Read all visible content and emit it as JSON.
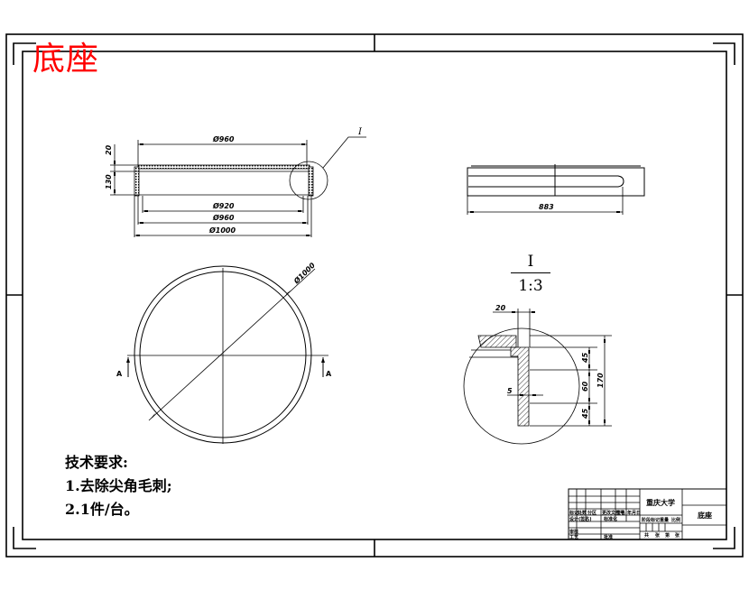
{
  "drawing": {
    "title": "底座",
    "title_color": "#ff0000",
    "line_color": "#000000",
    "background": "#ffffff"
  },
  "front_view": {
    "dims": {
      "top_width": "Ø960",
      "inner_width": "Ø920",
      "mid_width": "Ø960",
      "outer_width": "Ø1000",
      "flange_thickness": "20",
      "height": "130"
    },
    "detail_callout": "I"
  },
  "side_view": {
    "dims": {
      "length": "883"
    }
  },
  "plan_view": {
    "dims": {
      "diameter": "Ø1000"
    },
    "section_marks": [
      "A",
      "A"
    ]
  },
  "detail_view": {
    "label": "I",
    "scale": "1:3",
    "dims": {
      "flange": "20",
      "wall": "5",
      "top_segment": "45",
      "mid_segment": "60",
      "bottom_segment": "45",
      "total_height": "170"
    }
  },
  "technical_requirements": {
    "heading": "技术要求:",
    "items": [
      "1.去除尖角毛刺;",
      "2.1件/台。"
    ]
  },
  "title_block": {
    "material_label": "重庆大学",
    "part_name": "底座",
    "cells": {
      "row4": [
        "标记",
        "处数",
        "分区",
        "更改文件号",
        "签名",
        "年月日"
      ],
      "row5": [
        "设计",
        "(签名)",
        "标准化"
      ],
      "row6": [
        "审核"
      ],
      "row7": [
        "工艺",
        "批准"
      ],
      "mid_headers": [
        "阶段标记",
        "重量",
        "比例"
      ],
      "mid_footer": [
        "共",
        "张",
        "第",
        "张"
      ]
    }
  }
}
